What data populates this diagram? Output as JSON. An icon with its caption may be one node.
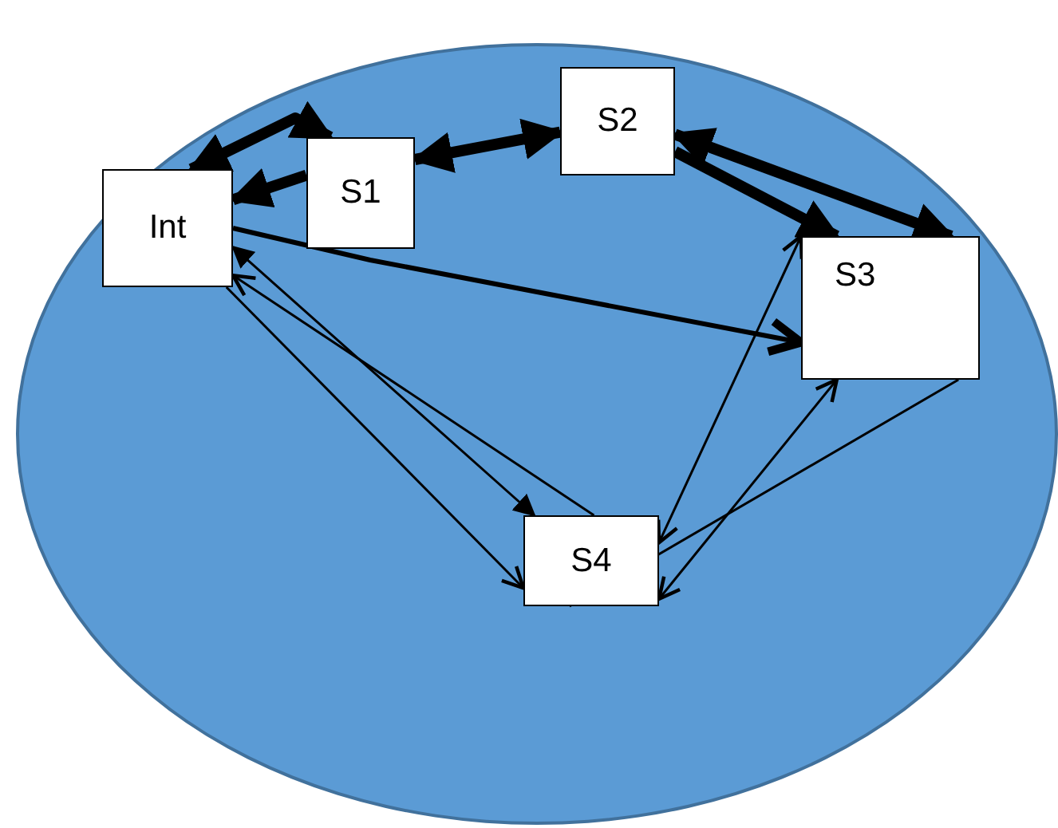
{
  "diagram": {
    "nodes": [
      {
        "text": [],
        "shape": "circle"
      },
      {
        "text": [
          "Int"
        ],
        "in": 0
      },
      {
        "text": [
          "S1"
        ],
        "in": 0
      },
      {
        "text": [
          "S2"
        ],
        "in": 0
      },
      {
        "text": [
          "S3"
        ],
        "in": 0
      },
      {
        "text": [
          "S4"
        ],
        "in": 0
      }
    ],
    "edges": [
      {
        "from": 2,
        "to": 1,
        "arrow": "to",
        "style": "thick"
      },
      {
        "from": 1,
        "to": 2,
        "arrow": "both",
        "style": "thick"
      },
      {
        "from": 2,
        "to": 3,
        "arrow": "both",
        "style": "thick"
      },
      {
        "from": 3,
        "to": 4,
        "arrow": "to",
        "style": "thick"
      },
      {
        "from": 3,
        "to": 4,
        "arrow": "both",
        "style": "thick"
      },
      {
        "from": 1,
        "to": 4,
        "arrow": "to",
        "style": "thick"
      },
      {
        "from": 1,
        "to": 5,
        "arrow": "both"
      },
      {
        "from": 5,
        "to": 1,
        "arrow": "to"
      },
      {
        "from": 1,
        "to": 5,
        "arrow": "to"
      },
      {
        "from": 5,
        "to": 4,
        "arrow": "both"
      },
      {
        "from": 5,
        "to": 4,
        "arrow": "both"
      },
      {
        "from": 4,
        "to": 5,
        "arrow": "none"
      }
    ]
  }
}
